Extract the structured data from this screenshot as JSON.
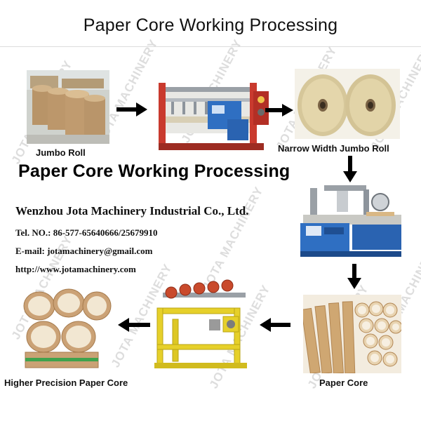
{
  "header": {
    "title": "Paper Core Working Processing"
  },
  "main_title": "Paper Core Working Processing",
  "company": {
    "name": "Wenzhou Jota Machinery Industrial Co., Ltd.",
    "tel": "Tel. NO.: 86-577-65640666/25679910",
    "email": "E-mail: jotamachinery@gmail.com",
    "website": "http://www.jotamachinery.com"
  },
  "watermark_text": "JOTA MACHINERY",
  "steps": {
    "jumbo_roll": "Jumbo Roll",
    "narrow_width": "Narrow Width Jumbo Roll",
    "paper_core": "Paper Core",
    "higher_precision": "Higher Precision Paper Core"
  },
  "icons": {
    "arrow": "arrow-icon",
    "slitter": "slitting-machine-icon",
    "core_machine": "spiral-core-machine-icon",
    "cutter": "core-cutter-machine-icon"
  },
  "colors": {
    "machine_blue": "#2f6fc2",
    "cutter_yellow": "#e6d02a",
    "kraft": "#c9a77a",
    "arrow": "#000000"
  }
}
